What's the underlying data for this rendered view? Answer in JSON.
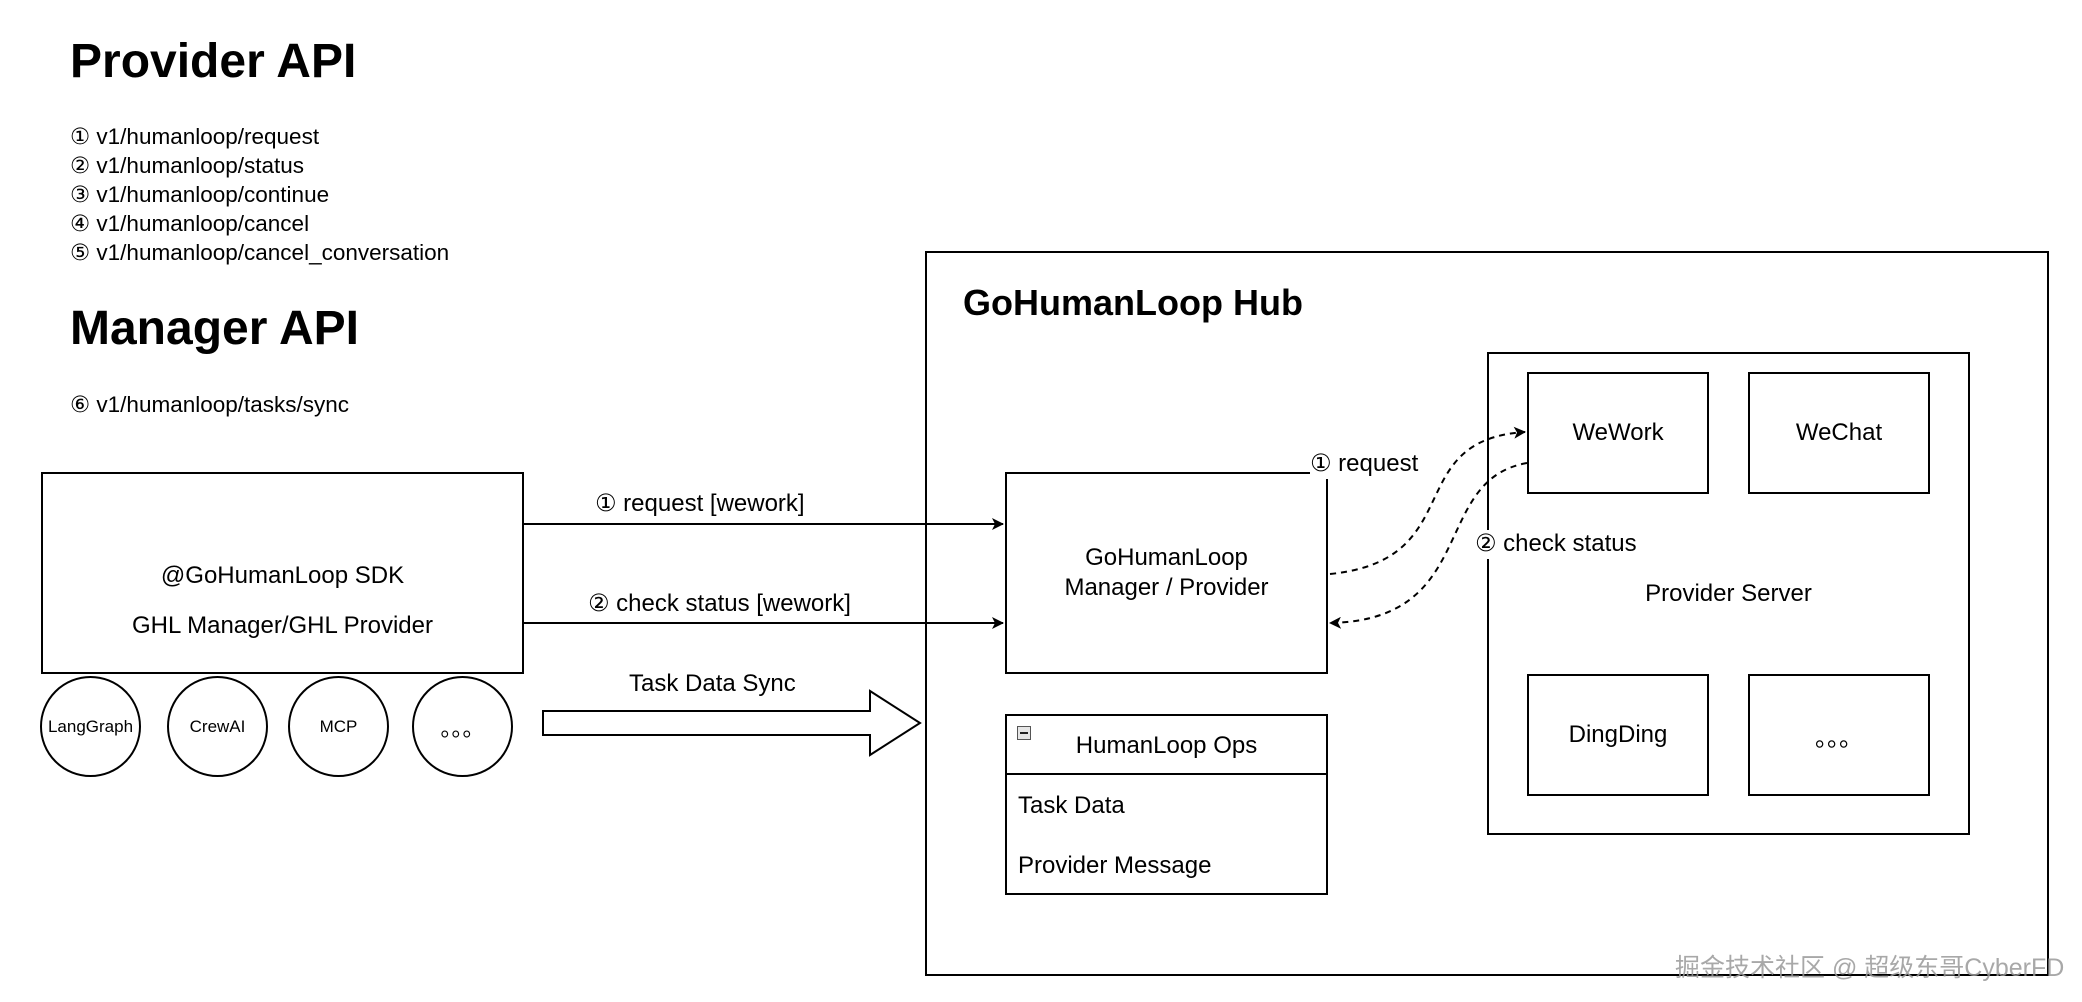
{
  "provider_api": {
    "title": "Provider API",
    "endpoints": [
      "① v1/humanloop/request",
      "② v1/humanloop/status",
      "③ v1/humanloop/continue",
      "④ v1/humanloop/cancel",
      "⑤ v1/humanloop/cancel_conversation"
    ]
  },
  "manager_api": {
    "title": "Manager API",
    "endpoints": [
      "⑥ v1/humanloop/tasks/sync"
    ]
  },
  "sdk": {
    "line1": "@GoHumanLoop SDK",
    "line2": "GHL Manager/GHL Provider",
    "integrations": [
      "LangGraph",
      "CrewAI",
      "MCP",
      "。。。"
    ]
  },
  "arrows": {
    "request_label": "① request [wework]",
    "status_label": "② check status [wework]",
    "sync_label": "Task Data Sync",
    "hub_request_label": "① request",
    "hub_status_label": "② check status"
  },
  "hub": {
    "title": "GoHumanLoop Hub",
    "manager_line1": "GoHumanLoop",
    "manager_line2": "Manager / Provider",
    "ops": {
      "title": "HumanLoop Ops",
      "items": [
        "Task Data",
        "Provider Message"
      ]
    },
    "provider_server": {
      "label": "Provider Server",
      "providers": [
        "WeWork",
        "WeChat",
        "DingDing",
        "。。。"
      ]
    }
  },
  "watermark": "掘金技术社区 @ 超级东哥CyberFD"
}
